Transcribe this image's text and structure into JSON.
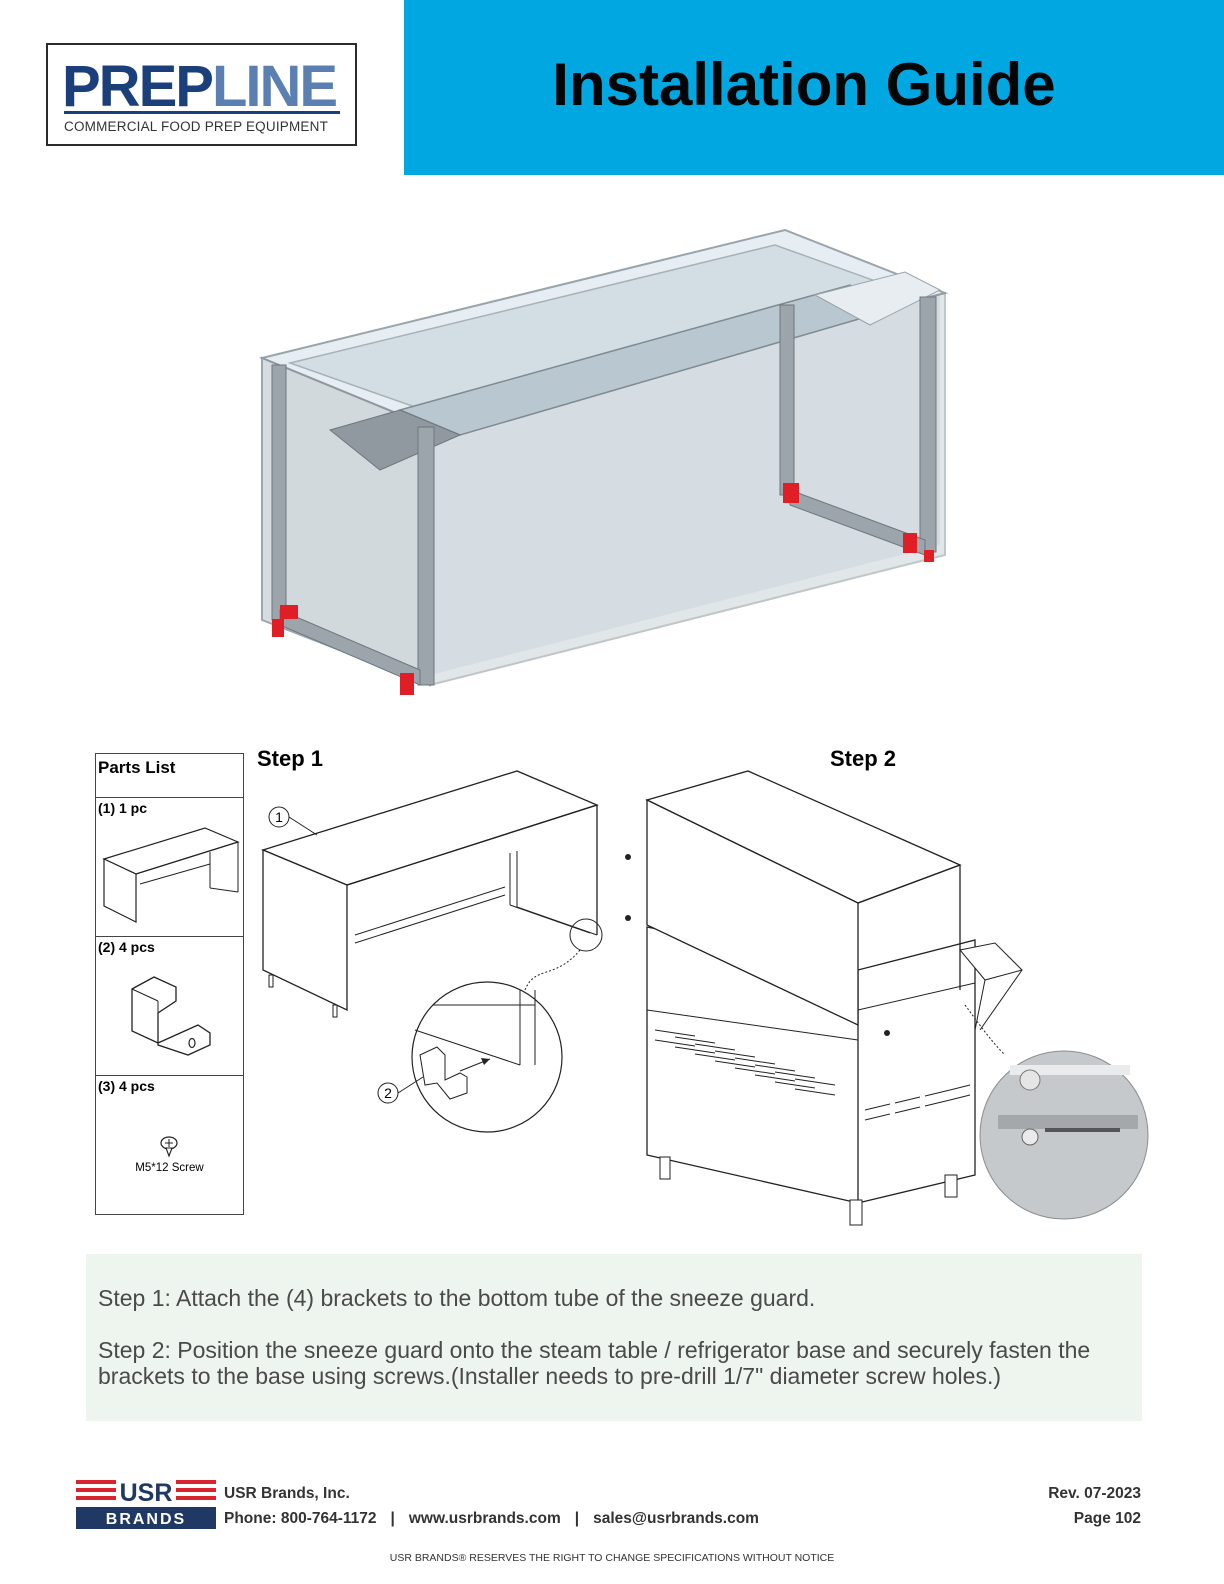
{
  "header": {
    "logo_word_prep": "PREP",
    "logo_word_line": "LINE",
    "logo_tagline": "COMMERCIAL FOOD PREP EQUIPMENT",
    "title": "Installation Guide",
    "band_color": "#00a7e1"
  },
  "parts_list": {
    "title": "Parts List",
    "items": [
      {
        "label": "(1) 1 pc",
        "icon": "sneeze-guard-frame-icon"
      },
      {
        "label": "(2) 4 pcs",
        "icon": "bracket-icon"
      },
      {
        "label": "(3) 4 pcs",
        "icon": "screw-icon",
        "caption": "M5*12 Screw"
      }
    ]
  },
  "steps": {
    "step1_label": "Step 1",
    "step2_label": "Step 2",
    "callout1": "1",
    "callout2": "2"
  },
  "instructions": {
    "step1": "Step 1: Attach the (4) brackets to the bottom tube of the sneeze guard.",
    "step2": "Step 2: Position the sneeze guard onto the steam table / refrigerator base and securely fasten the brackets to the base using screws.(Installer needs to pre-drill 1/7\" diameter screw holes.)",
    "background": "#edf5ee"
  },
  "footer": {
    "logo_top": "USR",
    "logo_bottom": "BRANDS",
    "company": "USR Brands, Inc.",
    "phone": "Phone: 800-764-1172",
    "website": "www.usrbrands.com",
    "email": "sales@usrbrands.com",
    "separator": "|",
    "revision": "Rev. 07-2023",
    "page": "Page 102",
    "disclaimer": "USR BRANDS® RESERVES THE RIGHT TO CHANGE SPECIFICATIONS WITHOUT NOTICE",
    "brand_red": "#d9232e",
    "brand_navy": "#1f3864"
  }
}
